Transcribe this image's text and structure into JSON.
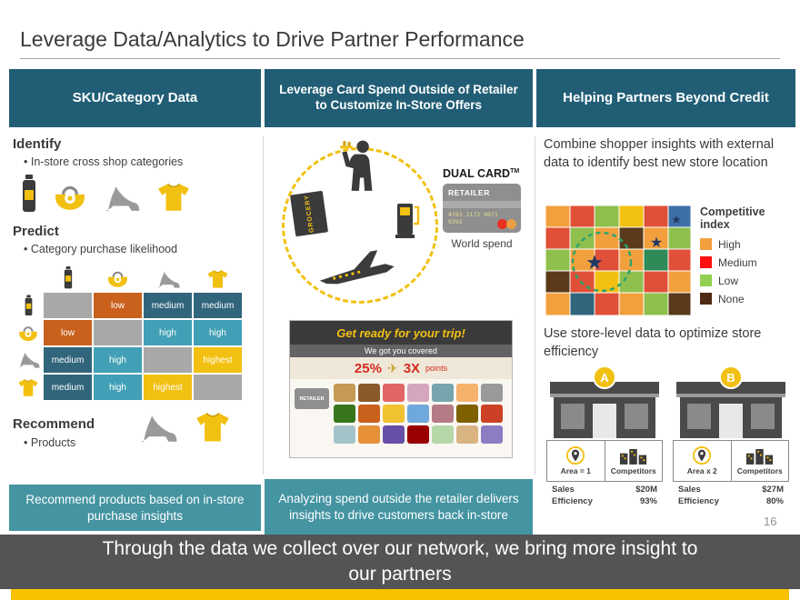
{
  "slide": {
    "title": "Leverage Data/Analytics to Drive Partner Performance",
    "page_number": "16",
    "footer_banner": "Through the data we collect over our network, we bring more insight to our partners"
  },
  "colors": {
    "header_teal": "#215E76",
    "footer_teal": "#4494A2",
    "accent_yellow": "#F2C011",
    "banner_gray": "#545457"
  },
  "col1": {
    "header": "SKU/Category Data",
    "identify_heading": "Identify",
    "identify_bullet": "In-store cross shop categories",
    "predict_heading": "Predict",
    "predict_bullet": "Category purchase likelihood",
    "matrix": {
      "legend_colors": {
        "low": "#C9611C",
        "medium": "#30657C",
        "high": "#41A0B5",
        "highest": "#F2C011",
        "blank": "#A8A8A8"
      },
      "rows": [
        [
          "",
          "low",
          "medium",
          "medium"
        ],
        [
          "low",
          "",
          "high",
          "high"
        ],
        [
          "medium",
          "high",
          "",
          "highest"
        ],
        [
          "medium",
          "high",
          "highest",
          ""
        ]
      ]
    },
    "recommend_heading": "Recommend",
    "recommend_bullet": "Products",
    "footer": "Recommend products based on in-store purchase insights"
  },
  "col2": {
    "header": "Leverage Card Spend Outside of Retailer to Customize In-Store Offers",
    "grocery_label": "GROCERY",
    "dual_card_label": "DUAL CARD",
    "dual_card_tm": "TM",
    "card_name": "RETAILER",
    "card_number": "4783 2172 9071 0392",
    "world_spend": "World spend",
    "promo": {
      "headline": "Get ready for your trip!",
      "subline": "We got you covered",
      "offer_pct": "25%",
      "offer_plane": "✈",
      "offer_mult": "3X",
      "offer_points": "points",
      "promo_card": "RETAILER"
    },
    "footer": "Analyzing spend outside the retailer delivers insights to drive customers back in-store"
  },
  "col3": {
    "header": "Helping Partners Beyond Credit",
    "para1": "Combine shopper insights with external data to identify best new store location",
    "legend": {
      "title": "Competitive index",
      "items": [
        {
          "label": "High",
          "color": "#F2A03D"
        },
        {
          "label": "Medium",
          "color": "#FF1010"
        },
        {
          "label": "Low",
          "color": "#92D050"
        },
        {
          "label": "None",
          "color": "#4E2B12"
        }
      ]
    },
    "para2": "Use store-level data to optimize store efficiency",
    "stores": [
      {
        "letter": "A",
        "area": "Area = 1",
        "competitors": "Competitors",
        "sales_label": "Sales",
        "sales_value": "$20M",
        "efficiency_label": "Efficiency",
        "efficiency_value": "93%"
      },
      {
        "letter": "B",
        "area": "Area x 2",
        "competitors": "Competitors",
        "sales_label": "Sales",
        "sales_value": "$27M",
        "efficiency_label": "Efficiency",
        "efficiency_value": "80%"
      }
    ]
  }
}
